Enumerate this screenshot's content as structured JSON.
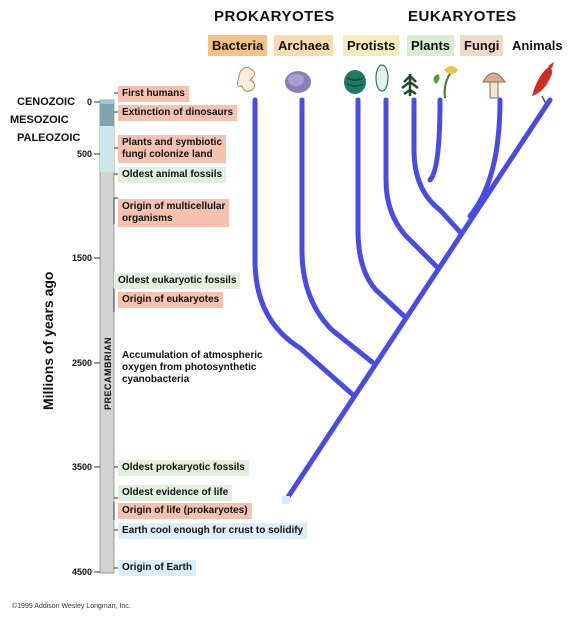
{
  "groups": {
    "prokaryotes": "Prokaryotes",
    "eukaryotes": "Eukaryotes"
  },
  "taxa": [
    {
      "label": "Bacteria",
      "bg": "#f2c383"
    },
    {
      "label": "Archaea",
      "bg": "#f6dcb0"
    },
    {
      "label": "Protists",
      "bg": "#f5eebc"
    },
    {
      "label": "Plants",
      "bg": "#d9edd0"
    },
    {
      "label": "Fungi",
      "bg": "#efd9c8"
    },
    {
      "label": "Animals",
      "bg": "#ffffff"
    }
  ],
  "eras": [
    "Cenozoic",
    "Mesozoic",
    "Paleozoic"
  ],
  "axis": {
    "label": "Millions of years ago",
    "ticks": [
      "0",
      "500",
      "1500",
      "2500",
      "3500",
      "4500"
    ],
    "precambrian": "PRECAMBRIAN"
  },
  "events": [
    {
      "text": "First humans",
      "bg": "#f4c2ae"
    },
    {
      "text": "Extinction of dinosaurs",
      "bg": "#f4c2ae"
    },
    {
      "text": "Plants and symbiotic\nfungi colonize land",
      "bg": "#f4c2ae"
    },
    {
      "text": "Oldest animal fossils",
      "bg": "#e1f0dc"
    },
    {
      "text": "Origin of multicellular\norganisms",
      "bg": "#f4c2ae"
    },
    {
      "text": "Oldest eukaryotic fossils",
      "bg": "#e1f0dc"
    },
    {
      "text": "Origin of eukaryotes",
      "bg": "#f4c2ae"
    },
    {
      "text": "Accumulation of atmospheric\noxygen from photosynthetic\ncyanobacteria",
      "bg": "#ffffff"
    },
    {
      "text": "Oldest prokaryotic fossils",
      "bg": "#e1f0dc"
    },
    {
      "text": "Oldest evidence of life",
      "bg": "#e1f0dc"
    },
    {
      "text": "Origin of life (prokaryotes)",
      "bg": "#f4c2ae"
    },
    {
      "text": "Earth cool enough for crust to solidify",
      "bg": "#dceef8"
    },
    {
      "text": "Origin of Earth",
      "bg": "#dceef8"
    }
  ],
  "tree_color": "#4a4ae6",
  "copyright": "©1999 Addison Wesley Longman, Inc."
}
